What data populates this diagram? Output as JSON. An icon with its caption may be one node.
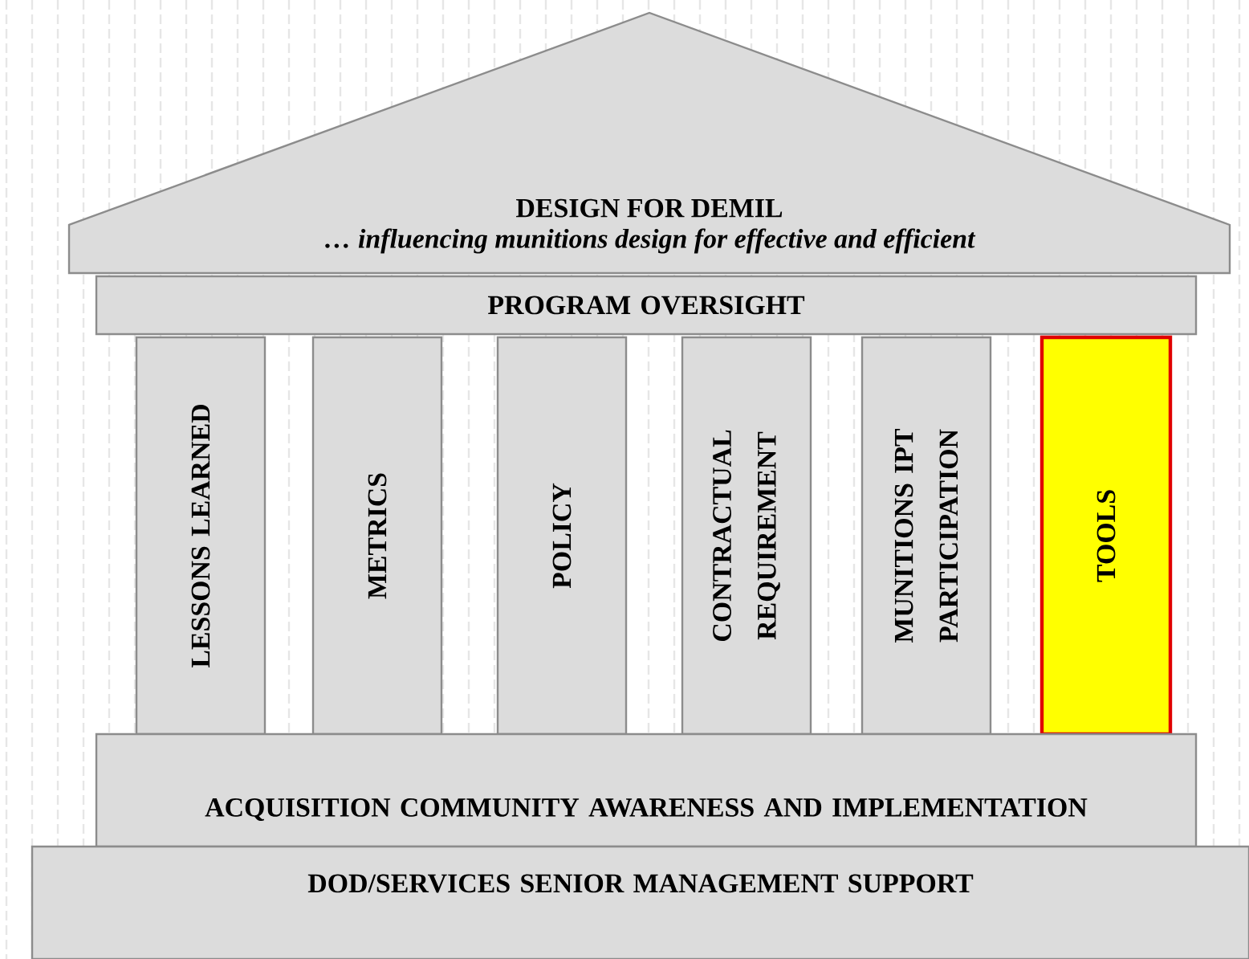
{
  "diagram": {
    "nodes": [
      {
        "text": [
          "DESIGN FOR DEMIL",
          "… influencing munitions design for effective and efficient"
        ]
      },
      {
        "text": [
          "PROGRAM OVERSIGHT"
        ]
      },
      {
        "text": [
          "LESSONS LEARNED"
        ]
      },
      {
        "text": [
          "METRICS"
        ]
      },
      {
        "text": [
          "POLICY"
        ]
      },
      {
        "text": [
          "CONTRACTUAL REQUIREMENT"
        ]
      },
      {
        "text": [
          "MUNITIONS IPT PARTICIPATION"
        ]
      },
      {
        "text": [
          "TOOLS"
        ]
      },
      {
        "text": [
          "ACQUISITION COMMUNITY AWARENESS AND IMPLEMENTATION"
        ]
      },
      {
        "text": [
          "DOD/SERVICES SENIOR MANAGEMENT SUPPORT"
        ]
      }
    ]
  }
}
